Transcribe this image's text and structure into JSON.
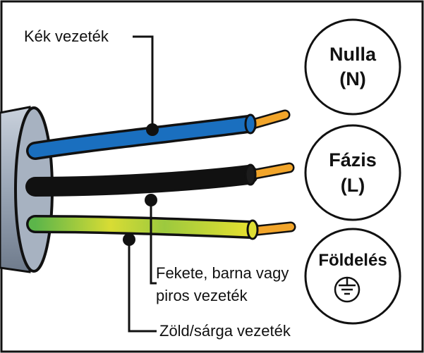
{
  "labels": {
    "blue_wire": "Kék vezeték",
    "black_wire_line1": "Fekete, barna vagy",
    "black_wire_line2": "piros vezeték",
    "green_yellow_wire": "Zöld/sárga vezeték"
  },
  "circles": {
    "neutral_title": "Nulla",
    "neutral_code": "(N)",
    "phase_title": "Fázis",
    "phase_code": "(L)",
    "earth_title": "Földelés"
  },
  "icons": {
    "earth": "ground-symbol-icon"
  },
  "colors": {
    "blue_wire": "#1a6fbf",
    "black_wire": "#0a0a0a",
    "green_yellow_start": "#5cb54a",
    "green_yellow_end": "#e6e030",
    "copper_tip": "#f2a52a",
    "cable_sheath": "#9aa6b6",
    "outline": "#111111"
  }
}
